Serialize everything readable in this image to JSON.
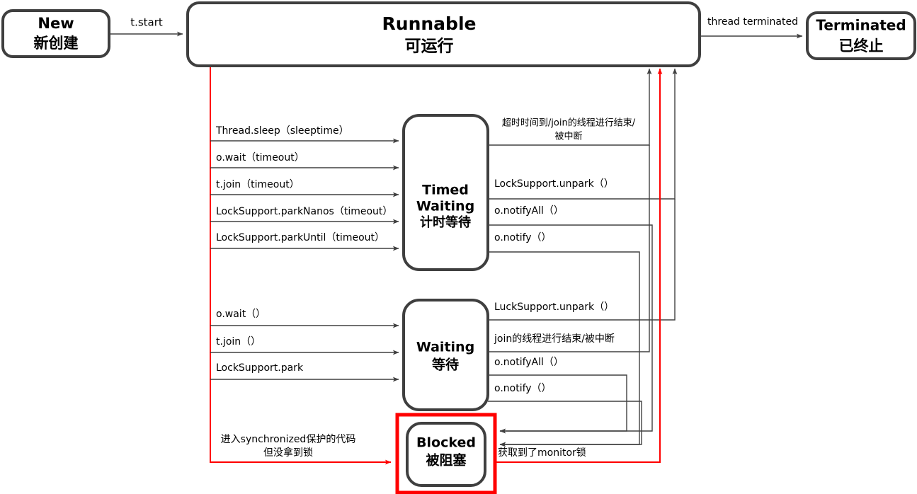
{
  "diagram": {
    "title": "Java Thread State Transition Diagram",
    "colors": {
      "box_stroke": "#3f3f3f",
      "box_fill": "#ffffff",
      "text": "#000000",
      "connector_gray": "#404040",
      "connector_red": "#ff0000",
      "highlight_red": "#ff0000"
    },
    "states": [
      {
        "id": "new",
        "label_en": "New",
        "label_cn": "新创建"
      },
      {
        "id": "runnable",
        "label_en": "Runnable",
        "label_cn": "可运行"
      },
      {
        "id": "terminated",
        "label_en": "Terminated",
        "label_cn": "已终止"
      },
      {
        "id": "timed_waiting",
        "label_en": "Timed",
        "label_en2": "Waiting",
        "label_cn": "计时等待"
      },
      {
        "id": "waiting",
        "label_en": "Waiting",
        "label_cn": "等待"
      },
      {
        "id": "blocked",
        "label_en": "Blocked",
        "label_cn": "被阻塞",
        "highlighted": true
      }
    ],
    "edges": {
      "new_to_runnable": "t.start",
      "runnable_to_terminated": "thread terminated",
      "runnable_to_timed_waiting": [
        "Thread.sleep（sleeptime）",
        "o.wait（timeout）",
        "t.join（timeout）",
        "LockSupport.parkNanos（timeout）",
        "LockSupport.parkUntil（timeout）"
      ],
      "timed_waiting_to_runnable": [
        "超时时间到/join的线程进行结束/",
        "被中断",
        "LockSupport.unpark（）",
        "o.notifyAll（）",
        "o.notify（）"
      ],
      "timed_waiting_out_line1": "超时时间到/join的线程进行结束/",
      "timed_waiting_out_line2": "被中断",
      "timed_waiting_out_unpark": "LockSupport.unpark（）",
      "timed_waiting_out_notifyall": "o.notifyAll（）",
      "timed_waiting_out_notify": "o.notify（）",
      "runnable_to_waiting": [
        "o.wait（）",
        "t.join（）",
        "LockSupport.park"
      ],
      "waiting_out_unpark": "LuckSupport.unpark（）",
      "waiting_out_join": "join的线程进行结束/被中断",
      "waiting_out_notifyall": "o.notifyAll（）",
      "waiting_out_notify": "o.notify（）",
      "runnable_to_blocked_line1": "进入synchronized保护的代码",
      "runnable_to_blocked_line2": "但没拿到锁",
      "blocked_to_runnable": "获取到了monitor锁"
    }
  }
}
